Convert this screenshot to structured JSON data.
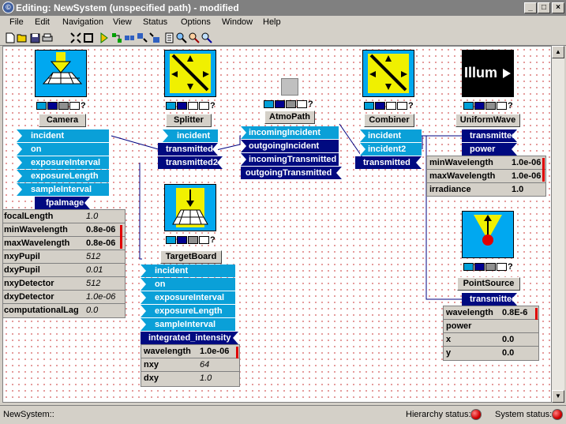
{
  "window": {
    "title": "Editing:  NewSystem  (unspecified path)  - modified",
    "icon": "ptolemy-icon",
    "min": "_",
    "max": "□",
    "close": "×"
  },
  "menu": [
    "File",
    "Edit",
    "Navigation",
    "View",
    "Status",
    "Options",
    "Window",
    "Help"
  ],
  "toolbar": [
    "new-icon",
    "open-icon",
    "save-icon",
    "print-icon",
    "zoom-fit-icon",
    "zoom-reset-icon",
    "run-icon",
    "layout-icon",
    "navigate-icon",
    "navigate-down-icon",
    "navigate-up-icon",
    "document-icon",
    "find-icon",
    "help-icon",
    "help-icon-2"
  ],
  "components": {
    "camera": {
      "name": "Camera",
      "ports": [
        {
          "label": "incident"
        },
        {
          "label": "on"
        },
        {
          "label": "exposureInterval"
        },
        {
          "label": "exposureLength"
        },
        {
          "label": "sampleInterval"
        },
        {
          "label": "fpaImage"
        }
      ],
      "params": [
        {
          "n": "focalLength",
          "v": "1.0"
        },
        {
          "n": "minWavelength",
          "v": "0.8e-06"
        },
        {
          "n": "maxWavelength",
          "v": "0.8e-06"
        },
        {
          "n": "nxyPupil",
          "v": "512"
        },
        {
          "n": "dxyPupil",
          "v": "0.01"
        },
        {
          "n": "nxyDetector",
          "v": "512"
        },
        {
          "n": "dxyDetector",
          "v": "1.0e-06"
        },
        {
          "n": "computationalLag",
          "v": "0.0"
        }
      ]
    },
    "splitter": {
      "name": "Splitter",
      "ports": [
        {
          "label": "incident"
        },
        {
          "label": "transmitted"
        },
        {
          "label": "transmitted2"
        }
      ]
    },
    "atmopath": {
      "name": "AtmoPath",
      "ports": [
        {
          "label": "incomingIncident"
        },
        {
          "label": "outgoingIncident"
        },
        {
          "label": "incomingTransmitted"
        },
        {
          "label": "outgoingTransmitted"
        }
      ]
    },
    "combiner": {
      "name": "Combiner",
      "ports": [
        {
          "label": "incident"
        },
        {
          "label": "incident2"
        },
        {
          "label": "transmitted"
        }
      ]
    },
    "uniformwave": {
      "name": "UniformWave",
      "icon_text": "Illum",
      "ports": [
        {
          "label": "transmitted"
        },
        {
          "label": "power"
        }
      ],
      "params": [
        {
          "n": "minWavelength",
          "v": "1.0e-06"
        },
        {
          "n": "maxWavelength",
          "v": "1.0e-06"
        },
        {
          "n": "irradiance",
          "v": "1.0"
        }
      ]
    },
    "targetboard": {
      "name": "TargetBoard",
      "ports": [
        {
          "label": "incident"
        },
        {
          "label": "on"
        },
        {
          "label": "exposureInterval"
        },
        {
          "label": "exposureLength"
        },
        {
          "label": "sampleInterval"
        },
        {
          "label": "integrated_intensity"
        }
      ],
      "params": [
        {
          "n": "wavelength",
          "v": "1.0e-06"
        },
        {
          "n": "nxy",
          "v": "64"
        },
        {
          "n": "dxy",
          "v": "1.0"
        }
      ]
    },
    "pointsource": {
      "name": "PointSource",
      "ports": [
        {
          "label": "transmitted"
        }
      ],
      "params": [
        {
          "n": "wavelength",
          "v": "0.8E-6"
        },
        {
          "n": "power",
          "v": ""
        },
        {
          "n": "x",
          "v": "0.0"
        },
        {
          "n": "y",
          "v": "0.0"
        }
      ]
    }
  },
  "port_toolbar": {
    "q": "?"
  },
  "status": {
    "path": "NewSystem::",
    "hierarchy": "Hierarchy status:",
    "system": "System status:",
    "lamp_color": "#d00000"
  },
  "colors": {
    "input_port": "#0aa0d8",
    "output_port": "#000a80",
    "icon_bg": "#00a8f0",
    "icon_yellow": "#f0f000",
    "wire": "#000080",
    "grid_dot": "#e08888"
  }
}
